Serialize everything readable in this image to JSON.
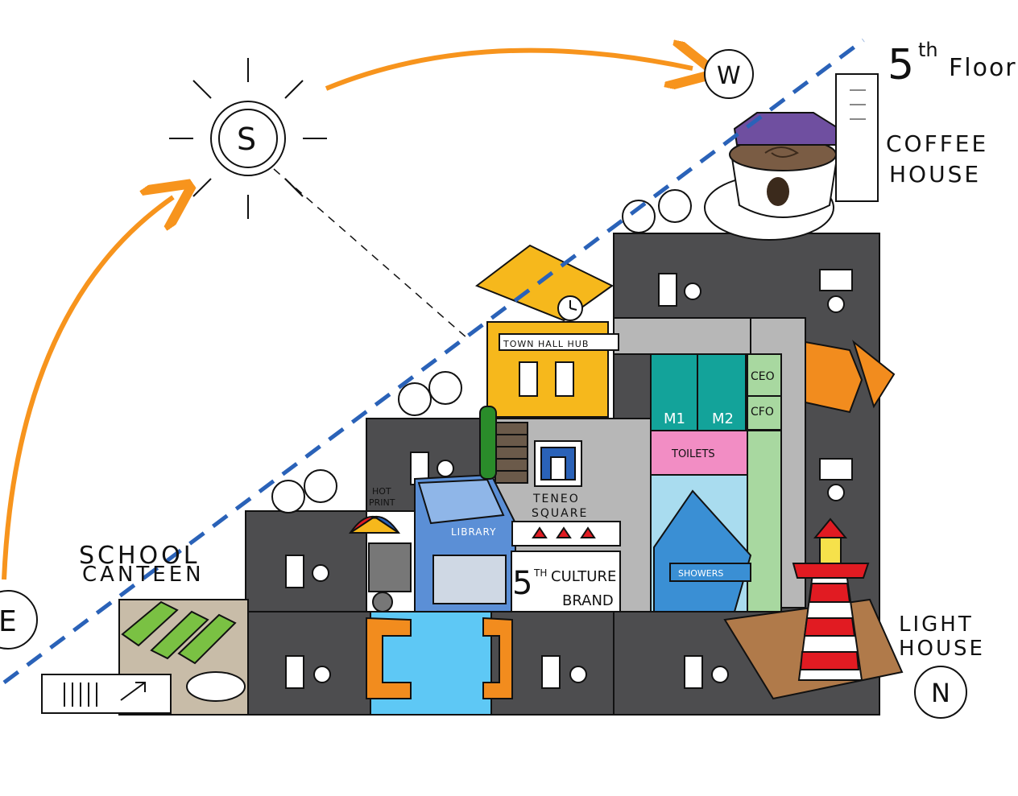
{
  "floor_title": {
    "main": "5",
    "sup": "th",
    "word": "Floor"
  },
  "compass": {
    "east": "E",
    "south": "S",
    "west": "W",
    "north": "N"
  },
  "areas": {
    "coffee_house": [
      "COFFEE",
      "HOUSE"
    ],
    "school_canteen": [
      "SCHOOL",
      "CANTEEN"
    ],
    "light_house": [
      "LIGHT",
      "HOUSE"
    ],
    "town_hall": "TOWN HALL HUB",
    "teneo_square": [
      "TENEO",
      "SQUARE"
    ],
    "library": "LIBRARY",
    "hot_print": [
      "HOT",
      "PRINT"
    ],
    "culture_brand": {
      "main": "5",
      "sup": "TH",
      "word": "CULTURE",
      "line2": "BRAND"
    },
    "toilets": "TOILETS",
    "showers": "SHOWERS",
    "rooms": [
      "M1",
      "M2",
      "CEO",
      "CFO"
    ]
  },
  "colors": {
    "sun_path": "#f7941d",
    "sight_line": "#2a62b8",
    "building": "#4d4d4f",
    "corridor": "#b7b7b7",
    "town_hall": "#f6b81c",
    "meeting_room": "#13a39a",
    "exec_room": "#a8d8a0",
    "toilets": "#f28dc4",
    "showers_bg": "#a9dcef",
    "library": "#5b8fd6",
    "stage": "#5ec8f5",
    "partition": "#f28c1e",
    "canteen": "#c8bca8",
    "bench": "#7ac143",
    "lighthouse_red": "#e11b22",
    "stair": "#6b5a4a",
    "purple": "#6f4fa0"
  }
}
